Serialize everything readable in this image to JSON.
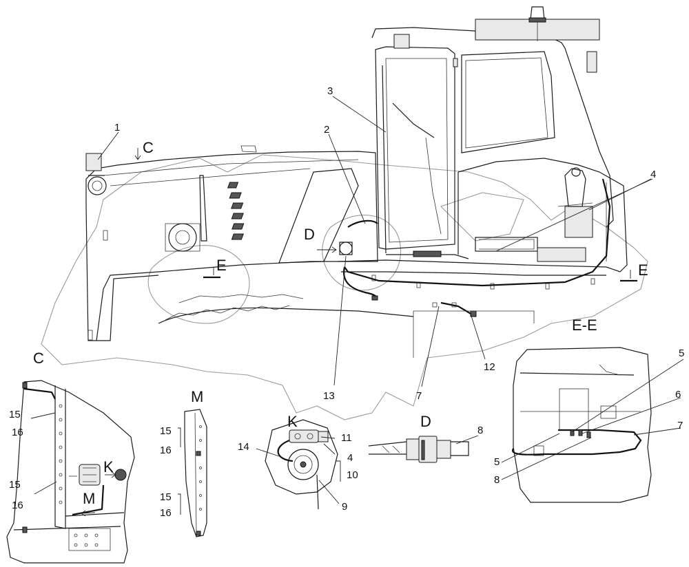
{
  "callouts": {
    "c1": "1",
    "c2": "2",
    "c3": "3",
    "c4_top": "4",
    "c4_k": "4",
    "c5_a": "5",
    "c5_b": "5",
    "c6": "6",
    "c7_a": "7",
    "c7_b": "7",
    "c8_a": "8",
    "c8_b": "8",
    "c9": "9",
    "c10": "10",
    "c11": "11",
    "c12": "12",
    "c13": "13",
    "c14": "14",
    "c15_a": "15",
    "c16_a": "16",
    "c15_b": "15",
    "c16_b": "16",
    "c15_c": "15",
    "c16_c": "16",
    "c15_d": "15",
    "c16_d": "16"
  },
  "view_labels": {
    "c_arrow": "C",
    "c_view": "C",
    "d_arrow": "D",
    "d_view": "D",
    "e_left": "E",
    "e_right": "E",
    "ee_view": "E-E",
    "k_view": "K",
    "k_arrow": "K",
    "m_view": "M",
    "m_arrow": "M"
  },
  "colors": {
    "line": "#1a1a1a",
    "watermark": "#9a9a9a",
    "background": "#ffffff"
  }
}
